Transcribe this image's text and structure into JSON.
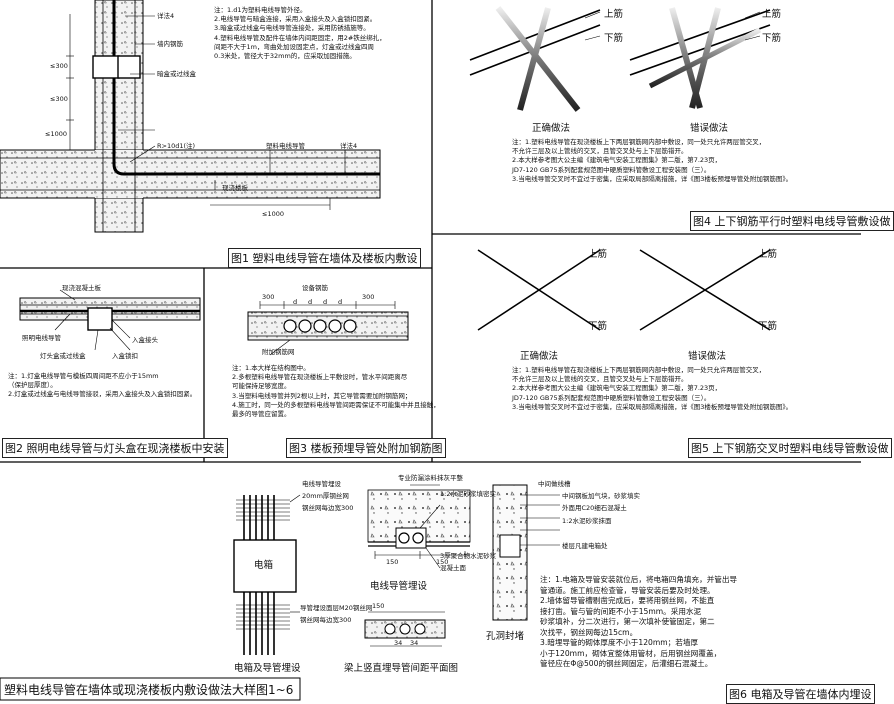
{
  "sheet_title": "塑料电线导管在墙体或现浇楼板内敷设做法大样图1~6",
  "fig1": {
    "caption": "图1  塑料电线导管在墙体及楼板内敷设",
    "labels": [
      "详法4",
      "墙内钢筋",
      "暗盒或过线盒",
      "R>10d1(注)",
      "塑料电线导管",
      "详法4",
      "现浇楼板",
      "≤1000"
    ],
    "dims": [
      "≤300",
      "≤300",
      "≤1000"
    ],
    "notes": [
      "注：1.d1为塑料电线导管外径。",
      "2.电线导管与暗盒连接，采用入盒接头及入盒锁扣固紧。",
      "3.暗盒或过线盒与电线导管连接处，采用防锈措施等。",
      "4.塑料电线导管及配件在墙体内间距固定，用2#铁丝绑扎，",
      "间距不大于1m，弯曲处加设固定点，灯盒或过线盒四周",
      "0.3米处，管径大于32mm的，应采取加固措施。"
    ]
  },
  "fig4": {
    "caption": "图4  上下钢筋平行时塑料电线导管敷设做",
    "upper": "上筋",
    "lower": "下筋",
    "correct": "正确做法",
    "wrong": "错误做法",
    "notes": [
      "注：1.塑料电线导管在现浇楼板上下两层钢筋网内部中敷设，同一处只允许两层管交叉，",
      "不允许三层及以上管线的交叉，且管交叉处与上下层筋错开。",
      "2.本大样参考图大公主编《建筑电气安装工程图集》第二版，第7.23页，",
      "JD7-120 GB75系列配套规范图中硬质塑料管敷设工程安装图（三）。",
      "3.当电线导管交叉时不宜过于密集，应采取局部隔离措施，详《图3楼板预埋导管处附加钢筋图》。"
    ]
  },
  "fig5": {
    "caption": "图5  上下钢筋交叉时塑料电线导管敷设做",
    "upper": "上筋",
    "lower": "下筋",
    "correct": "正确做法",
    "wrong": "错误做法",
    "notes": [
      "注：1.塑料电线导管在现浇楼板上下两层钢筋网内部中敷设，同一处只允许两层管交叉，",
      "不允许三层及以上管线的交叉，且管交叉处与上下层筋错开。",
      "2.本大样参考图大公主编《建筑电气安装工程图集》第二版，第7.23页，",
      "JD7-120 GB75系列配套规范图中硬质塑料管敷设工程安装图（三）。",
      "3.当电线导管交叉时不宜过于密集，应采取局部隔离措施，详《图3楼板预埋导管处附加钢筋图》。"
    ]
  },
  "fig2": {
    "caption": "图2  照明电线导管与灯头盒在现浇楼板中安装",
    "labels": [
      "现浇混凝土板",
      "照明电线导管",
      "灯头盒或过线盒",
      "入盒接头",
      "入盒锁扣"
    ],
    "notes": [
      "注：1.灯盒电线导管与模板四周间距不应小于15mm",
      "（保护层厚度）。",
      "2.灯盒或过线盒与电线导管接驳，采用入盒接头及入盒锁扣固紧。"
    ]
  },
  "fig3": {
    "caption": "图3  楼板预埋导管处附加钢筋图",
    "labels": [
      "300",
      "300",
      "d",
      "d",
      "d",
      "d",
      "附加钢筋网",
      "设备钢筋"
    ],
    "notes": [
      "注：1.本大样在结构图中。",
      "2.多根塑料电线导管在现浇楼板上平敷设时，管水平间距离尽",
      "可能保持足够宽度。",
      "3.当塑料电线导管并列2根以上时，其它导管需要加附钢筋网；",
      "4.施工时，同一处的多根塑料电线导管间距需保证不可能集中并且接触，",
      "最多的导管应留置。"
    ]
  },
  "fig6": {
    "caption": "图6  电箱及导管在墙体内埋设",
    "box_label": "电箱",
    "sub_captions": [
      "电箱及导管埋设",
      "电线导管埋设",
      "梁上竖直埋导管间距平面图",
      "孔洞封堵"
    ],
    "labels": [
      "电线导管埋设",
      "20mm厚钢丝网",
      "钢丝网每边宽300",
      "导管埋设面层M20钢丝网",
      "钢丝网每边宽300",
      "专业防漏涂料抹灰平整",
      "1:2水泥砂浆填密实",
      "3厚聚合物水泥砂浆",
      "混凝土面",
      "中间做线槽",
      "中间钢板加气块，砂浆填实",
      "外面用C20细石混凝土",
      "1:2水泥砂浆抹面",
      "楼层凡建电箱处"
    ],
    "dims": [
      "150",
      "150",
      "34",
      "34",
      "150"
    ],
    "notes": [
      "注：1.电箱及导管安装就位后，将电箱四角填充，并管出导",
      "管通道。施工前应检查管，导管安装后要及时处理。",
      "2.墙体留导管槽剔凿完成后，要将用钢丝网，不能直",
      "接打凿。管与管的间距不小于15mm。采用水泥",
      "砂浆填补，分二次进行，第一次填补使管固定，第二",
      "次找平，钢丝网每边15cm。",
      "3.暗埋导管的砌体厚度不小于120mm；若墙厚",
      "小于120mm，砌体宜整体用管材，后用钢丝网覆盖，",
      "管径应在Φ@500的钢丝网固定，后灌细石混凝土。"
    ]
  }
}
